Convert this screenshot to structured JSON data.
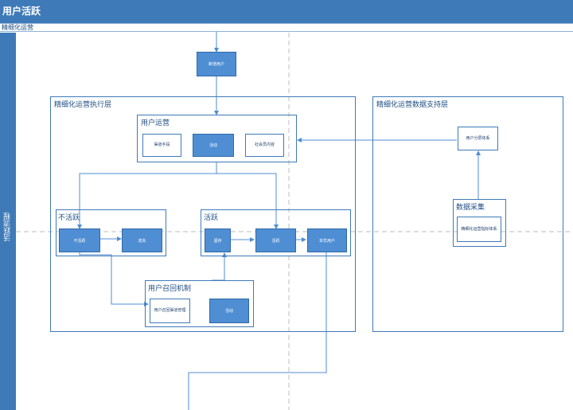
{
  "header": {
    "title": "用户活跃"
  },
  "subheader": {
    "label": "精细化运营"
  },
  "sidebar": {
    "label": "活跃流程"
  },
  "nodes": {
    "new_user": "新增用户",
    "ops_campaign": "渠道手段",
    "ops_activity": "活动",
    "ops_content": "社会员内容",
    "inactive_box": "不活跃",
    "churn": "流失",
    "retain": "留存",
    "active_box": "活跃",
    "quality_user": "本优用户",
    "recall_reason": "用户召回渠道管理",
    "recall_activity": "活动",
    "segment_system": "用户分层体系",
    "data_metrics": "精细化运营指标体系"
  },
  "frames": {
    "exec_layer": "精细化运营执行层",
    "data_layer": "精细化运营数据支持层",
    "user_ops": "用户运营",
    "inactive": "不活跃",
    "active": "活跃",
    "recall": "用户召回机制",
    "data_collect": "数据采集"
  },
  "colors": {
    "accent": "#3f7ab8",
    "node_fill": "#4f8ed3",
    "line": "#4f8ed3"
  }
}
